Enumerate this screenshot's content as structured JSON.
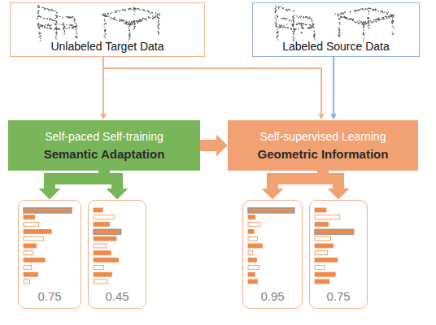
{
  "diagram": {
    "nodes": [
      {
        "text": [
          "Unlabeled Target Data"
        ]
      },
      {
        "text": [
          "Labeled Source Data"
        ]
      },
      {
        "text": [
          "Self-paced Self-training",
          "Semantic Adaptation"
        ]
      },
      {
        "text": [
          "Self-supervised Learning",
          "Geometric Information"
        ]
      },
      {
        "text": [
          "0.75"
        ]
      },
      {
        "text": [
          "0.45"
        ]
      },
      {
        "text": [
          "0.95"
        ]
      },
      {
        "text": [
          "0.75"
        ]
      }
    ],
    "edges": [
      {
        "from": 0,
        "to": 2,
        "arrow": "to"
      },
      {
        "from": 0,
        "to": 3,
        "arrow": "to"
      },
      {
        "from": 1,
        "to": 3,
        "arrow": "to"
      },
      {
        "from": 2,
        "to": 3,
        "arrow": "to"
      },
      {
        "from": 2,
        "to": 4,
        "arrow": "to"
      },
      {
        "from": 2,
        "to": 5,
        "arrow": "to"
      },
      {
        "from": 3,
        "to": 6,
        "arrow": "to"
      },
      {
        "from": 3,
        "to": 7,
        "arrow": "to"
      }
    ]
  }
}
